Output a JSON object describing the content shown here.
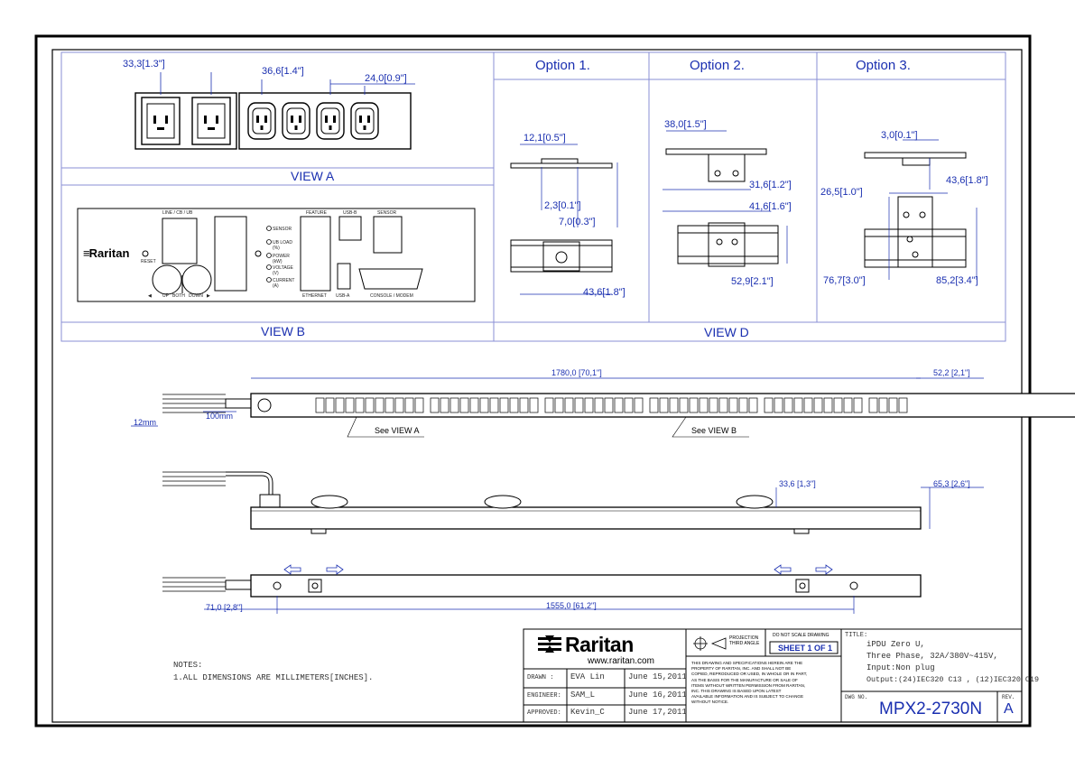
{
  "view_a": {
    "label": "VIEW A",
    "dims": [
      "33,3[1.3\"]",
      "36,6[1.4\"]",
      "24,0[0.9\"]"
    ]
  },
  "view_b": {
    "label": "VIEW B",
    "panel": {
      "line_label": "LINE / CB / UB",
      "brand": "Raritan",
      "reset": "RESET",
      "arrows": [
        "◀",
        "UP",
        "BOTH",
        "DOWN",
        "▶"
      ],
      "indicators": [
        "SENSOR",
        "UB LOAD (%)",
        "POWER (kW)",
        "VOLTAGE (V)",
        "CURRENT (A)"
      ],
      "feature": "FEATURE",
      "ethernet": "ETHERNET",
      "usb_b": "USB-B",
      "usb_a": "USB-A",
      "sensor": "SENSOR",
      "console": "CONSOLE / MODEM"
    }
  },
  "view_d": {
    "label": "VIEW D",
    "options": [
      {
        "title": "Option 1.",
        "dims": [
          "12,1[0.5\"]",
          "2,3[0.1\"]",
          "7,0[0.3\"]",
          "43,6[1.8\"]"
        ]
      },
      {
        "title": "Option  2.",
        "dims": [
          "38,0[1.5\"]",
          "31,6[1.2\"]",
          "41,6[1.6\"]",
          "52,9[2.1\"]"
        ]
      },
      {
        "title": "Option 3.",
        "dims": [
          "3,0[0.1\"]",
          "26,5[1.0\"]",
          "43,6[1.8\"]",
          "76,7[3.0\"]",
          "85,2[3.4\"]"
        ]
      }
    ]
  },
  "front_view": {
    "dims": {
      "length": "1780,0  [70,1\"]",
      "depth": "52,2  [2,1\"]",
      "cable": "100mm",
      "strip": "12mm"
    },
    "callouts": [
      "See VIEW A",
      "See VIEW B"
    ]
  },
  "side_view": {
    "dims": {
      "h": "33,6  [1,3\"]",
      "w": "65,3  [2,6\"]"
    }
  },
  "back_view": {
    "dims": {
      "offset": "71,0  [2,8\"]",
      "mount": "1555,0  [61,2\"]"
    }
  },
  "notes": {
    "title": "NOTES:",
    "lines": [
      "1.ALL  DIMENSIONS  ARE  MILLIMETERS[INCHES]."
    ]
  },
  "title_block": {
    "brand": "Raritan",
    "url": "www.raritan.com",
    "projection": "PROJECTION\nTHIRD ANGLE",
    "do_not_scale": "DO NOT SCALE DRAWING",
    "sheet": "SHEET 1 OF 1",
    "disclaimer": [
      "THIS DRAWING AND SPECIFICATIONS HEREIN ARE THE",
      "PROPERTY OF RARITAN, INC. AND SHALL NOT BE",
      "COPIED, REPRODUCED OR USED, IN WHOLE OR IN PART,",
      "AS THE BASIS FOR THE MANUFACTURE OR SALE OF",
      "ITEMS WITHOUT WRITTEN PERMISSION FROM RARITAN,",
      "INC. THIS DRAWING IS BASED UPON LATEST",
      "AVAILABLE INFORMATION AND IS SUBJECT TO CHANGE",
      "WITHOUT NOTICE."
    ],
    "rows": [
      {
        "role": "DRAWN :",
        "name": "EVA Lin",
        "date": "June 15,2011"
      },
      {
        "role": "ENGINEER:",
        "name": "SAM_L",
        "date": "June 16,2011"
      },
      {
        "role": "APPROVED:",
        "name": "Kevin_C",
        "date": "June 17,2011"
      }
    ],
    "title_label": "TITLE:",
    "title_lines": [
      "iPDU Zero U,",
      "Three Phase, 32A/380V~415V,",
      "Input:Non plug",
      "Output:(24)IEC320 C13 , (12)IEC320 C19"
    ],
    "dwg_label": "DWG NO.",
    "dwg_no": "MPX2-2730N",
    "rev_label": "REV.",
    "rev": "A"
  }
}
